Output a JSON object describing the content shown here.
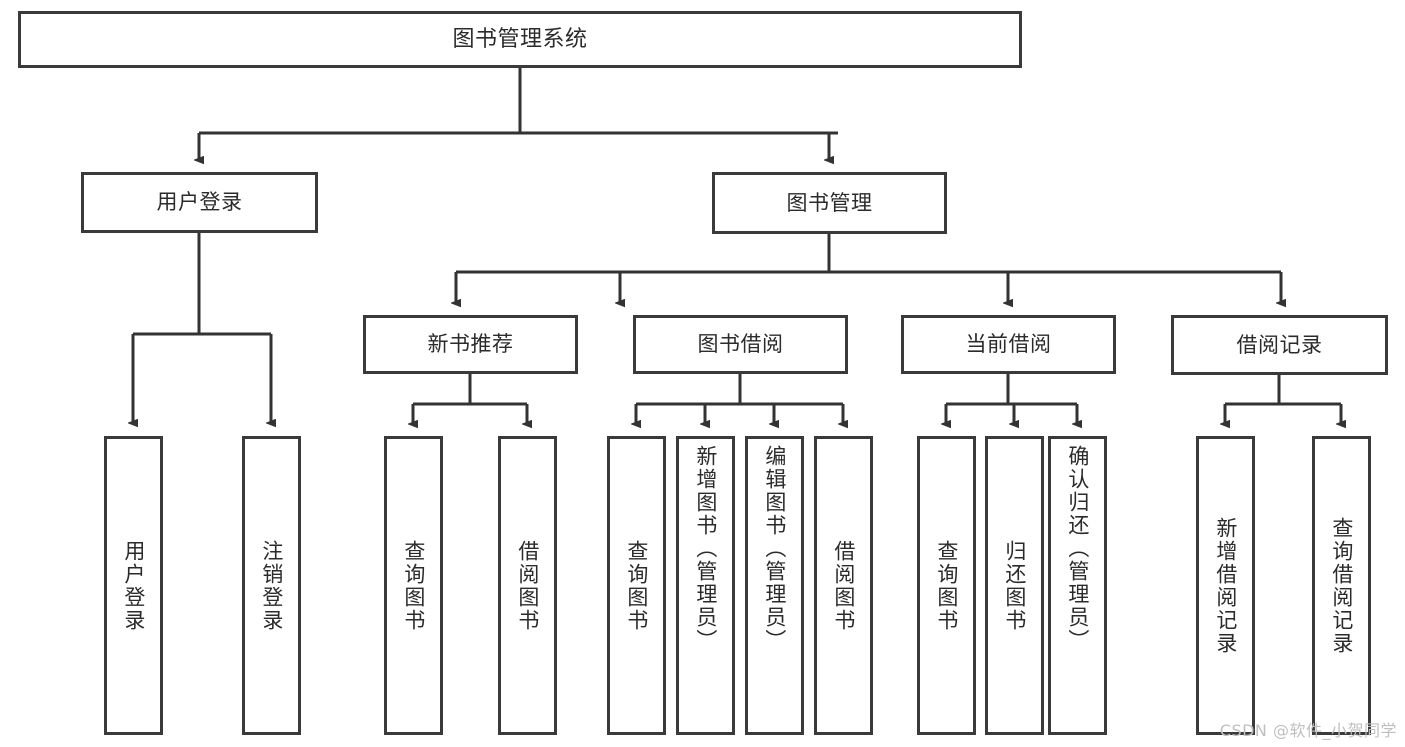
{
  "diagram": {
    "title": "图书管理系统",
    "type": "tree-hierarchy-diagram",
    "colors": {
      "box_border": "#3a3a3a",
      "box_fill": "#ffffff",
      "text": "#2b2b2b",
      "connector": "#333333",
      "watermark": "#bfbfbf",
      "background": "#ffffff"
    },
    "root": {
      "label": "图书管理系统"
    },
    "level1": [
      {
        "label": "用户登录"
      },
      {
        "label": "图书管理"
      }
    ],
    "level2": [
      {
        "label": "新书推荐"
      },
      {
        "label": "图书借阅"
      },
      {
        "label": "当前借阅"
      },
      {
        "label": "借阅记录"
      }
    ],
    "leaves": {
      "user_login": [
        {
          "label": "用户登录"
        },
        {
          "label": "注销登录"
        }
      ],
      "new_book_recommend": [
        {
          "label": "查询图书"
        },
        {
          "label": "借阅图书"
        }
      ],
      "book_borrow": [
        {
          "label": "查询图书"
        },
        {
          "label": "新增图书（管理员）"
        },
        {
          "label": "编辑图书（管理员）"
        },
        {
          "label": "借阅图书"
        }
      ],
      "current_borrow": [
        {
          "label": "查询图书"
        },
        {
          "label": "归还图书"
        },
        {
          "label": "确认归还（管理员）"
        }
      ],
      "borrow_record": [
        {
          "label": "新增借阅记录"
        },
        {
          "label": "查询借阅记录"
        }
      ]
    }
  },
  "watermark": {
    "text": "CSDN @软件_小贺同学"
  }
}
